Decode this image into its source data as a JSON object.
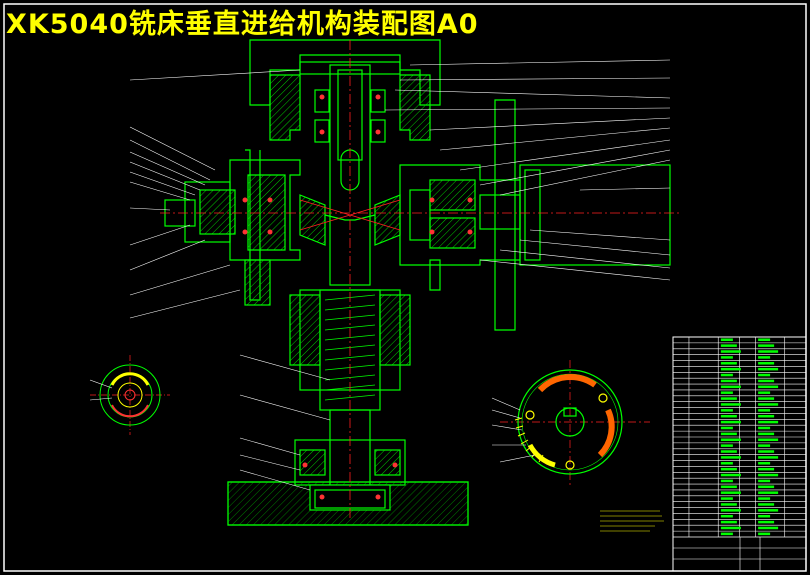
{
  "drawing": {
    "title": "XK5040铣床垂直进给机构装配图A0"
  },
  "colors": {
    "background": "#000000",
    "outline": "#ffffff",
    "part_lines": "#00ff00",
    "hatching": "#00cc00",
    "centerline": "#ff2020",
    "section_markers": "#ff3333",
    "leader_lines": "#ffffff",
    "title_text": "#ffff00",
    "table_lines": "#ffffff"
  },
  "views": [
    {
      "name": "main-section-view"
    },
    {
      "name": "left-detail-view"
    },
    {
      "name": "bottom-right-detail-view"
    }
  ],
  "parts_table": {
    "rows": 34,
    "columns": 6
  }
}
